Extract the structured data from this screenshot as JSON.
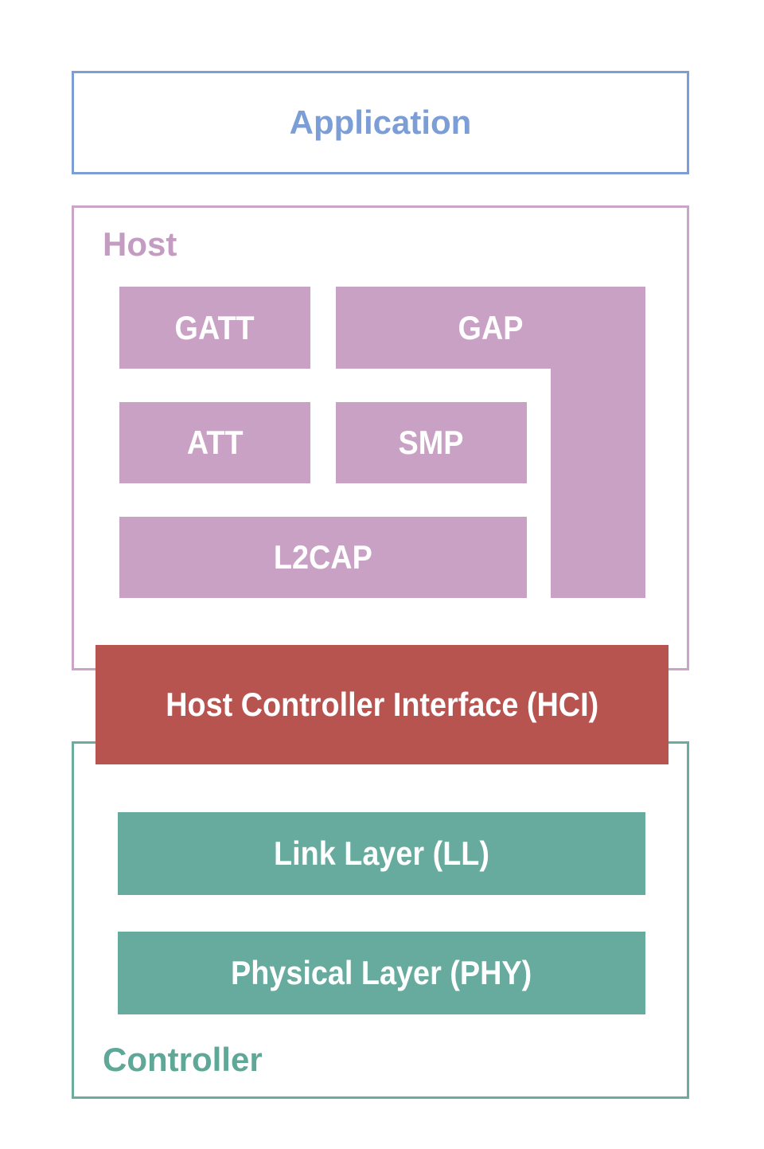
{
  "application": {
    "label": "Application"
  },
  "host": {
    "label": "Host",
    "boxes": {
      "gatt": "GATT",
      "gap": "GAP",
      "att": "ATT",
      "smp": "SMP",
      "l2cap": "L2CAP"
    }
  },
  "hci": {
    "label": "Host Controller Interface (HCI)"
  },
  "controller": {
    "label": "Controller",
    "link_layer": "Link Layer (LL)",
    "physical_layer": "Physical Layer (PHY)"
  },
  "colors": {
    "application_blue": "#7c9ed7",
    "host_mauve_fill": "#c9a1c4",
    "host_border_pink": "#cba5c7",
    "hci_red": "#b85450",
    "controller_teal": "#66ab9e",
    "controller_label_teal": "#5fa897",
    "box_text_white": "#ffffff",
    "background": "#ffffff"
  }
}
